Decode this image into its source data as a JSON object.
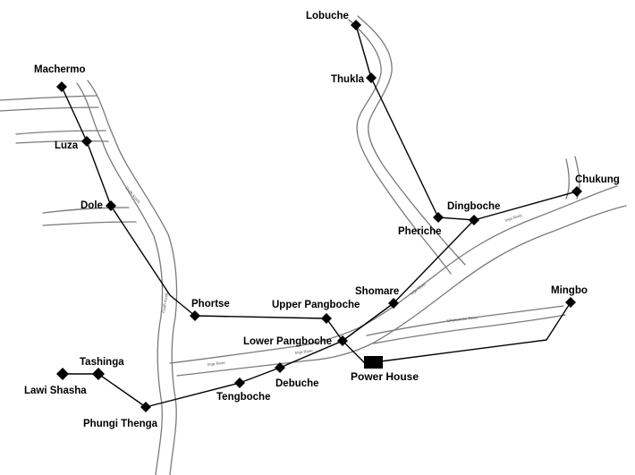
{
  "places": [
    {
      "id": "lobuche",
      "label": "Lobuche"
    },
    {
      "id": "thukla",
      "label": "Thukla"
    },
    {
      "id": "machermo",
      "label": "Machermo"
    },
    {
      "id": "luza",
      "label": "Luza"
    },
    {
      "id": "dole",
      "label": "Dole"
    },
    {
      "id": "chukung",
      "label": "Chukung"
    },
    {
      "id": "dingboche",
      "label": "Dingboche"
    },
    {
      "id": "pheriche",
      "label": "Pheriche"
    },
    {
      "id": "phortse",
      "label": "Phortse"
    },
    {
      "id": "upper-pangboche",
      "label": "Upper Pangboche"
    },
    {
      "id": "shomare",
      "label": "Shomare"
    },
    {
      "id": "mingbo",
      "label": "Mingbo"
    },
    {
      "id": "lower-pangboche",
      "label": "Lower Pangboche"
    },
    {
      "id": "tashinga",
      "label": "Tashinga"
    },
    {
      "id": "lawi-shasha",
      "label": "Lawi Shasha"
    },
    {
      "id": "phungi-thenga",
      "label": "Phungi Thenga"
    },
    {
      "id": "tengboche",
      "label": "Tengboche"
    },
    {
      "id": "debuche",
      "label": "Debuche"
    }
  ],
  "power_house": {
    "label": "Power House"
  },
  "rivers": [
    {
      "id": "imja-river",
      "label": "Imja River"
    },
    {
      "id": "imja-river-2",
      "label": "Imja River"
    },
    {
      "id": "imja-river-3",
      "label": "Imja River"
    },
    {
      "id": "imja-river-4",
      "label": "Imja River"
    },
    {
      "id": "chukunche-river",
      "label": "Chukunche River"
    },
    {
      "id": "dudh-kosi",
      "label": "Dudh Koshi"
    },
    {
      "id": "dudh-kosi-2",
      "label": "Dudh Koshi"
    }
  ],
  "colors": {
    "route": "#000000",
    "river": "#7a7a7a",
    "node": "#000000"
  }
}
